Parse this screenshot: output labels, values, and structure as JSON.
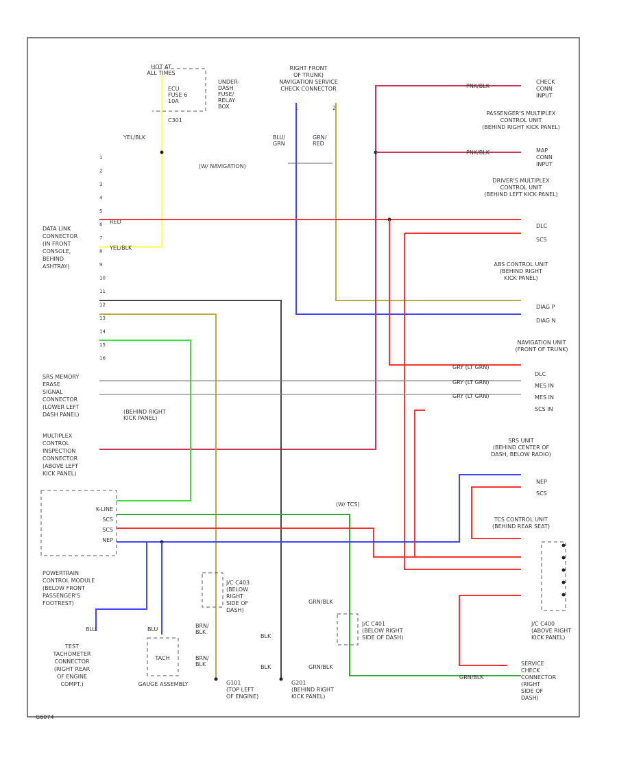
{
  "colors": {
    "border": "#555555",
    "red": "#ff3333",
    "yellow": "#ffff66",
    "blue": "#4444ff",
    "green": "#44dd44",
    "tan": "#bbaa44",
    "gray": "#888888",
    "black": "#444444",
    "pink": "#cc3355",
    "dkgreen": "#33aa33"
  },
  "labels": {
    "hot_at_all_times": [
      "HOT AT",
      "ALL TIMES"
    ],
    "under_dash_fuse": [
      "UNDER-",
      "DASH",
      "FUSE/",
      "RELAY",
      "BOX"
    ],
    "ecu_fuse": [
      "ECU",
      "FUSE 6",
      "10A"
    ],
    "c301": "C301",
    "yel_blk": "YEL/BLK",
    "nav_service_connector": [
      "RIGHT FRONT",
      "OF TRUNK)",
      "NAVIGATION SERVICE",
      "CHECK CONNECTOR"
    ],
    "with_navigation": "(W/ NAVIGATION)",
    "blu_grn": [
      "BLU/",
      "GRN"
    ],
    "grn_red": [
      "GRN/",
      "RED"
    ],
    "pin_1": "1",
    "pin_2": "2",
    "data_link_connector": [
      "DATA LINK",
      "CONNECTOR",
      "(IN FRONT",
      "CONSOLE,",
      "BEHIND",
      "ASHTRAY)"
    ],
    "red": "RED",
    "srs_memory_erase": [
      "SRS MEMORY",
      "ERASE",
      "SIGNAL",
      "CONNECTOR",
      "(LOWER LEFT",
      "DASH PANEL)"
    ],
    "behind_right_kick": [
      "(BEHIND RIGHT",
      "KICK PANEL)"
    ],
    "multiplex_inspection": [
      "MULTIPLEX",
      "CONTROL",
      "INSPECTION",
      "CONNECTOR",
      "(ABOVE LEFT",
      "KICK PANEL)"
    ],
    "pcm_pins": [
      "K-LINE",
      "SCS",
      "SCS",
      "NEP"
    ],
    "pcm": [
      "POWERTRAIN",
      "CONTROL MODULE",
      "(BELOW FRONT",
      "PASSENGER'S",
      "FOOTREST)"
    ],
    "test_tach": [
      "TEST",
      "TACHOMETER",
      "CONNECTOR",
      "(RIGHT REAR",
      "OF ENGINE",
      "COMPT.)"
    ],
    "gauge_assembly": "GAUGE\nASSEMBLY",
    "tach": "TACH",
    "blu": "BLU",
    "brn_blk": [
      "BRN/",
      "BLK"
    ],
    "blk": "BLK",
    "jc_c403": [
      "J/C C403",
      "(BELOW",
      "RIGHT",
      "SIDE OF",
      "DASH)"
    ],
    "jc_c401": [
      "J/C C401",
      "(BELOW RIGHT",
      "SIDE OF DASH)"
    ],
    "g101": [
      "G101",
      "(TOP LEFT",
      "OF ENGINE)"
    ],
    "g201": [
      "G201",
      "(BEHIND RIGHT",
      "KICK PANEL)"
    ],
    "grn_blk": "GRN/BLK",
    "with_tcs": "(W/ TCS)",
    "check_conn": [
      "CHECK",
      "CONN",
      "INPUT"
    ],
    "pass_multiplex": [
      "PASSENGER'S MULTIPLEX",
      "CONTROL UNIT",
      "(BEHIND RIGHT KICK PANEL)"
    ],
    "pnk_blk": "PNK/BLK",
    "map_conn": [
      "MAP",
      "CONN",
      "INPUT"
    ],
    "driver_multiplex": [
      "DRIVER'S MULTIPLEX",
      "CONTROL UNIT",
      "(BEHIND LEFT KICK PANEL)"
    ],
    "dlc": "DLC",
    "scs": "SCS",
    "abs_unit": [
      "ABS CONTROL UNIT",
      "(BEHIND RIGHT",
      "KICK PANEL)"
    ],
    "diag_p": "DIAG P",
    "diag_n": "DIAG N",
    "nav_unit": [
      "NAVIGATION UNIT",
      "(FRONT OF TRUNK)"
    ],
    "gry_lt_grn": "GRY (LT GRN)",
    "nav_pins": [
      "DLC",
      "MES IN",
      "MES IN",
      "SCS IN"
    ],
    "srs_unit": [
      "SRS UNIT",
      "(BEHIND CENTER OF",
      "DASH, BELOW RADIO)"
    ],
    "nep": "NEP",
    "tcs_unit": [
      "TCS CONTROL UNIT",
      "(BEHIND REAR SEAT)"
    ],
    "jc_c400": [
      "J/C C400",
      "(ABOVE RIGHT",
      "KICK PANEL)"
    ],
    "service_check": [
      "SERVICE",
      "CHECK",
      "CONNECTOR",
      "(RIGHT",
      "SIDE OF",
      "DASH)"
    ],
    "diagram_id": "G6074"
  }
}
